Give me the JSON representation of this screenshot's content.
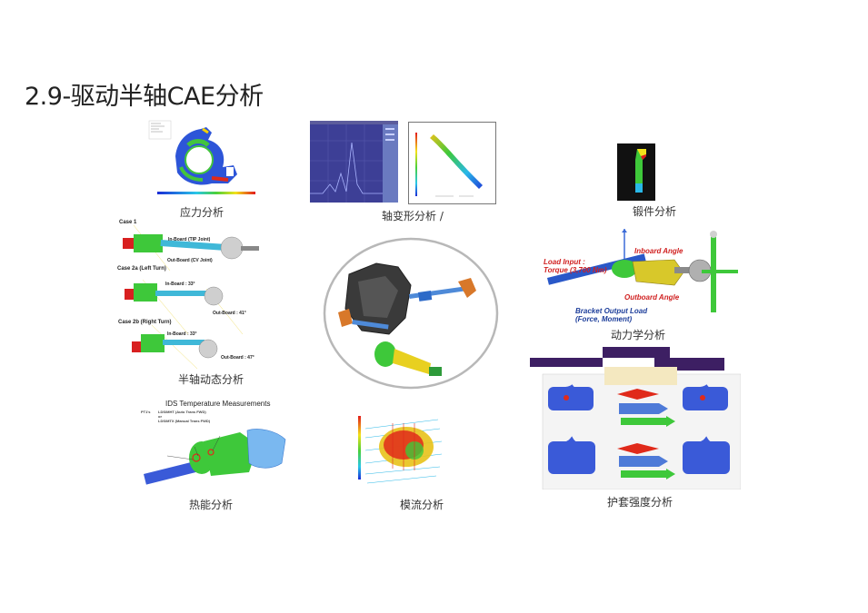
{
  "slide": {
    "title": "2.9-驱动半轴CAE分析"
  },
  "panels": {
    "stress": {
      "caption": "应力分析"
    },
    "deformation": {
      "caption": "轴变形分析 /"
    },
    "forging": {
      "caption": "锻件分析"
    },
    "halfshaft_dynamic": {
      "caption": "半轴动态分析",
      "case1": "Case 1",
      "case1_inboard": "In-Board (TIP Joint)",
      "case1_outboard": "Out-Board (CV Joint)",
      "case2a": "Case 2a (Left Turn)",
      "case2a_inboard": "In-Board : 33°",
      "case2a_outboard": "Out-Board : 41°",
      "case2b": "Case 2b (Right Turn)",
      "case2b_inboard": "In-Board : 33°",
      "case2b_outboard": "Out-Board : 47°"
    },
    "dynamics": {
      "caption": "动力学分析",
      "load_input": "Load Input :",
      "torque": "Torque (3,700 Nm)",
      "inboard_angle": "Inboard Angle",
      "outboard_angle": "Outboard Angle",
      "bracket_output": "Bracket Output Load",
      "force_moment": "(Force, Moment)"
    },
    "thermal": {
      "caption": "热能分析",
      "heading": "IDS Temperature Measurements",
      "legend_label": "PT1's",
      "legend_line1": "LDS/MHT (Auto Trans FWD)",
      "legend_line2": "or",
      "legend_line3": "LDS/MTX (Manual Trans FWD)"
    },
    "flow": {
      "caption": "模流分析"
    },
    "boot_strength": {
      "caption": "护套强度分析"
    }
  },
  "colors": {
    "title": "#222222",
    "fea_blue": "#1f4fd8",
    "fea_red": "#e02a1a",
    "fea_green": "#3ec83a",
    "purple_band": "#3d1f63"
  }
}
